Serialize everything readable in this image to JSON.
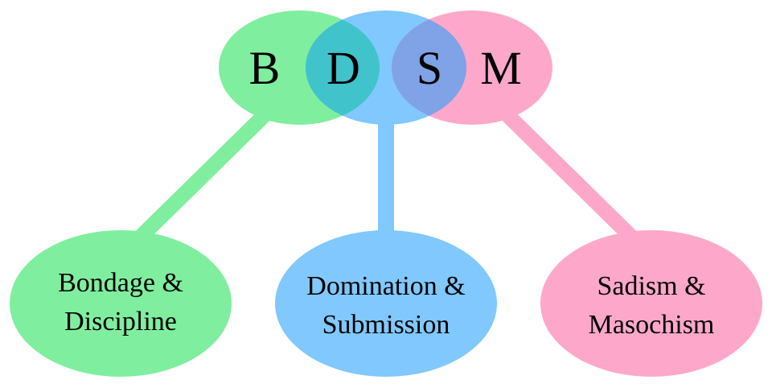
{
  "colors": {
    "green": "#80ee9f",
    "blue": "#80c8fd",
    "pink": "#fda8ca",
    "overlap_green_blue": "#41c3cc",
    "overlap_blue_pink": "#80a2e6"
  },
  "letters": {
    "b": "B",
    "d": "D",
    "s": "S",
    "m": "M"
  },
  "nodes": {
    "bd": {
      "line1": "Bondage &",
      "line2": "Discipline"
    },
    "ds": {
      "line1": "Domination &",
      "line2": "Submission"
    },
    "sm": {
      "line1": "Sadism &",
      "line2": "Masochism"
    }
  }
}
